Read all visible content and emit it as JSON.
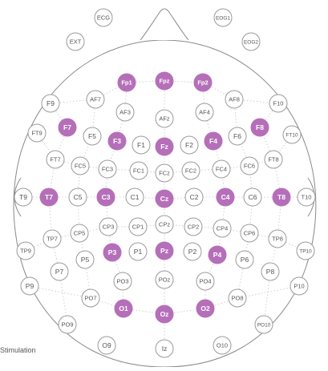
{
  "caption": "Stimulation",
  "colors": {
    "active_fill": "#b56fb9",
    "active_text": "#ffffff",
    "inactive_fill": "#ffffff",
    "inactive_stroke": "#9a9a9a",
    "inactive_text": "#555555",
    "outline": "#8a8a8a",
    "grid": "#c4c4c4"
  },
  "electrodes": [
    {
      "label": "ECG",
      "active": false
    },
    {
      "label": "EOG1",
      "active": false
    },
    {
      "label": "EXT",
      "active": false
    },
    {
      "label": "EOG2",
      "active": false
    },
    {
      "label": "Fp1",
      "active": true
    },
    {
      "label": "Fpz",
      "active": true
    },
    {
      "label": "Fp2",
      "active": true
    },
    {
      "label": "AF7",
      "active": false
    },
    {
      "label": "AF8",
      "active": false
    },
    {
      "label": "F9",
      "active": false
    },
    {
      "label": "F10",
      "active": false
    },
    {
      "label": "AF3",
      "active": false
    },
    {
      "label": "AF4",
      "active": false
    },
    {
      "label": "AFz",
      "active": false
    },
    {
      "label": "F7",
      "active": true
    },
    {
      "label": "F8",
      "active": true
    },
    {
      "label": "FT9",
      "active": false
    },
    {
      "label": "FT10",
      "active": false
    },
    {
      "label": "F5",
      "active": false
    },
    {
      "label": "F3",
      "active": true
    },
    {
      "label": "F1",
      "active": false
    },
    {
      "label": "Fz",
      "active": true
    },
    {
      "label": "F2",
      "active": false
    },
    {
      "label": "F4",
      "active": true
    },
    {
      "label": "F6",
      "active": false
    },
    {
      "label": "FT7",
      "active": false
    },
    {
      "label": "FT8",
      "active": false
    },
    {
      "label": "FC5",
      "active": false
    },
    {
      "label": "FC3",
      "active": false
    },
    {
      "label": "FC1",
      "active": false
    },
    {
      "label": "FCz",
      "active": false
    },
    {
      "label": "FC2",
      "active": false
    },
    {
      "label": "FC4",
      "active": false
    },
    {
      "label": "FC6",
      "active": false
    },
    {
      "label": "T9",
      "active": false
    },
    {
      "label": "T7",
      "active": true
    },
    {
      "label": "C5",
      "active": false
    },
    {
      "label": "C3",
      "active": true
    },
    {
      "label": "C1",
      "active": false
    },
    {
      "label": "Cz",
      "active": true
    },
    {
      "label": "C2",
      "active": false
    },
    {
      "label": "C4",
      "active": true
    },
    {
      "label": "C6",
      "active": false
    },
    {
      "label": "T8",
      "active": true
    },
    {
      "label": "T10",
      "active": false
    },
    {
      "label": "CPz",
      "active": false
    },
    {
      "label": "CP3",
      "active": false
    },
    {
      "label": "CP1",
      "active": false
    },
    {
      "label": "CP2",
      "active": false
    },
    {
      "label": "CP4",
      "active": false
    },
    {
      "label": "TP7",
      "active": false
    },
    {
      "label": "CP5",
      "active": false
    },
    {
      "label": "CP6",
      "active": false
    },
    {
      "label": "TP8",
      "active": false
    },
    {
      "label": "TP9",
      "active": false
    },
    {
      "label": "TP10",
      "active": false
    },
    {
      "label": "P5",
      "active": false
    },
    {
      "label": "P3",
      "active": true
    },
    {
      "label": "P1",
      "active": false
    },
    {
      "label": "Pz",
      "active": true
    },
    {
      "label": "P2",
      "active": false
    },
    {
      "label": "P4",
      "active": true
    },
    {
      "label": "P6",
      "active": false
    },
    {
      "label": "P7",
      "active": false
    },
    {
      "label": "P8",
      "active": false
    },
    {
      "label": "P9",
      "active": false
    },
    {
      "label": "P10",
      "active": false
    },
    {
      "label": "PO3",
      "active": false
    },
    {
      "label": "POz",
      "active": false
    },
    {
      "label": "PO4",
      "active": false
    },
    {
      "label": "PO7",
      "active": false
    },
    {
      "label": "PO8",
      "active": false
    },
    {
      "label": "O1",
      "active": true
    },
    {
      "label": "Oz",
      "active": true
    },
    {
      "label": "O2",
      "active": true
    },
    {
      "label": "PO9",
      "active": false
    },
    {
      "label": "PO10",
      "active": false
    },
    {
      "label": "O9",
      "active": false
    },
    {
      "label": "Iz",
      "active": false
    },
    {
      "label": "O10",
      "active": false
    }
  ]
}
